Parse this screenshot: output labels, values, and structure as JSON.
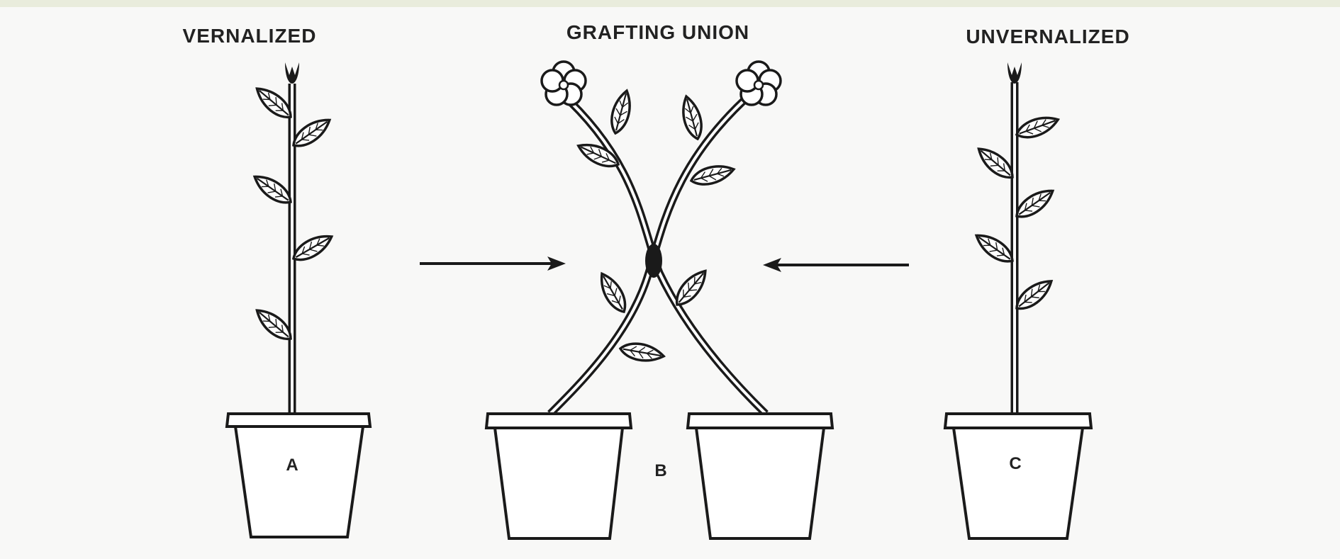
{
  "labels": {
    "left_title": "VERNALIZED",
    "center_title": "GRAFTING UNION",
    "right_title": "UNVERNALIZED",
    "pot_a": "A",
    "pot_b": "B",
    "pot_c": "C"
  }
}
